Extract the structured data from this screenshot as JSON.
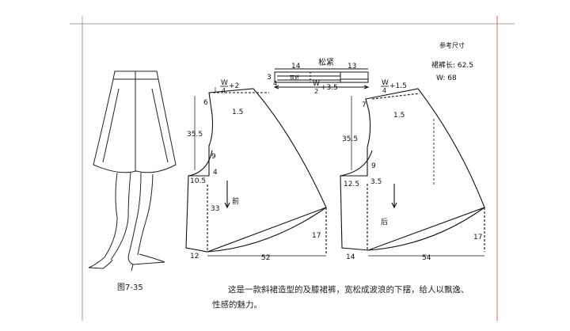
{
  "figure_label": "图7-35",
  "reference": {
    "title": "参考尺寸",
    "skirt_length": "裙裤长: 62.5",
    "waist": "W: 68"
  },
  "waistband": {
    "label_elastic": "松紧",
    "label_14": "14",
    "label_13": "13",
    "label_3": "3",
    "label_4": "4",
    "inner_label": "双折",
    "formula_num": "W",
    "formula_den": "2",
    "formula_add": "+3.5"
  },
  "front_piece": {
    "waist_num": "W",
    "waist_den": "4",
    "waist_add": "+2",
    "label_6": "6",
    "label_1_5": "1.5",
    "label_35_5": "35.5",
    "label_9": "9",
    "label_4": "4",
    "label_10_5": "10.5",
    "label_33": "33",
    "label_17": "17",
    "label_12": "12",
    "label_52": "52",
    "label_front": "前"
  },
  "back_piece": {
    "waist_num": "W",
    "waist_den": "4",
    "waist_add": "+1.5",
    "label_7": "7",
    "label_1_5": "1.5",
    "label_35_5": "35.5",
    "label_9": "9",
    "label_12_5": "12.5",
    "label_3_5": "3.5",
    "label_17": "17",
    "label_14": "14",
    "label_54": "54",
    "label_back": "后"
  },
  "caption_line1": "这是一款斜裙造型的及膝裙裤，宽松成波浪的下摆，给人以飘逸、",
  "caption_line2": "性感的魅力。"
}
